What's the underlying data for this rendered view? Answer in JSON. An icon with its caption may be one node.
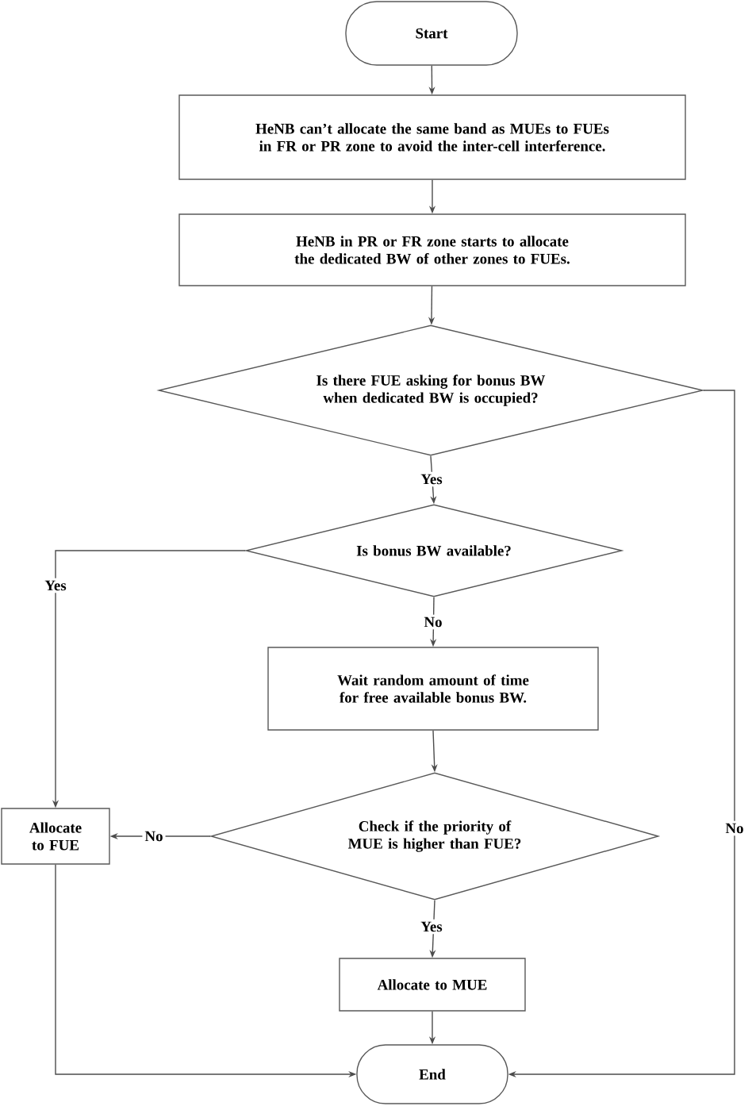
{
  "diagram": {
    "nodes": [
      {
        "text": [
          "Start"
        ]
      },
      {
        "text": [
          "HeNB can’t allocate the same band as MUEs to FUEs in FR or PR zone to avoid the inter-cell interference."
        ]
      },
      {
        "text": [
          "HeNB in PR or FR zone starts to allocate the dedicated BW of other zones to FUEs."
        ]
      },
      {
        "text": [
          "Is there FUE asking for bonus BW when dedicated BW is occupied?"
        ]
      },
      {
        "text": [
          "Is bonus BW available?"
        ]
      },
      {
        "text": [
          "Wait random amount of time for free available bonus BW."
        ]
      },
      {
        "text": [
          "Check if the priority of MUE is higher than FUE?"
        ]
      },
      {
        "text": [
          "Allocate to FUE"
        ]
      },
      {
        "text": [
          "Allocate to MUE"
        ]
      },
      {
        "text": [
          "End"
        ]
      }
    ],
    "edges": [
      {
        "from": 0,
        "to": 1,
        "arrow": "to"
      },
      {
        "from": 1,
        "to": 2,
        "arrow": "to"
      },
      {
        "from": 2,
        "to": 3,
        "arrow": "to"
      },
      {
        "from": 3,
        "to": 4,
        "arrow": "to",
        "label": "Yes"
      },
      {
        "from": 4,
        "to": 7,
        "arrow": "to",
        "label": "Yes"
      },
      {
        "from": 4,
        "to": 5,
        "arrow": "to",
        "label": "No"
      },
      {
        "from": 5,
        "to": 6,
        "arrow": "to"
      },
      {
        "from": 6,
        "to": 7,
        "arrow": "to",
        "label": "No"
      },
      {
        "from": 6,
        "to": 8,
        "arrow": "to",
        "label": "Yes"
      },
      {
        "from": 8,
        "to": 9,
        "arrow": "to"
      },
      {
        "from": 7,
        "to": 9,
        "arrow": "to"
      },
      {
        "from": 3,
        "to": 9,
        "arrow": "to",
        "label": "No"
      }
    ]
  }
}
